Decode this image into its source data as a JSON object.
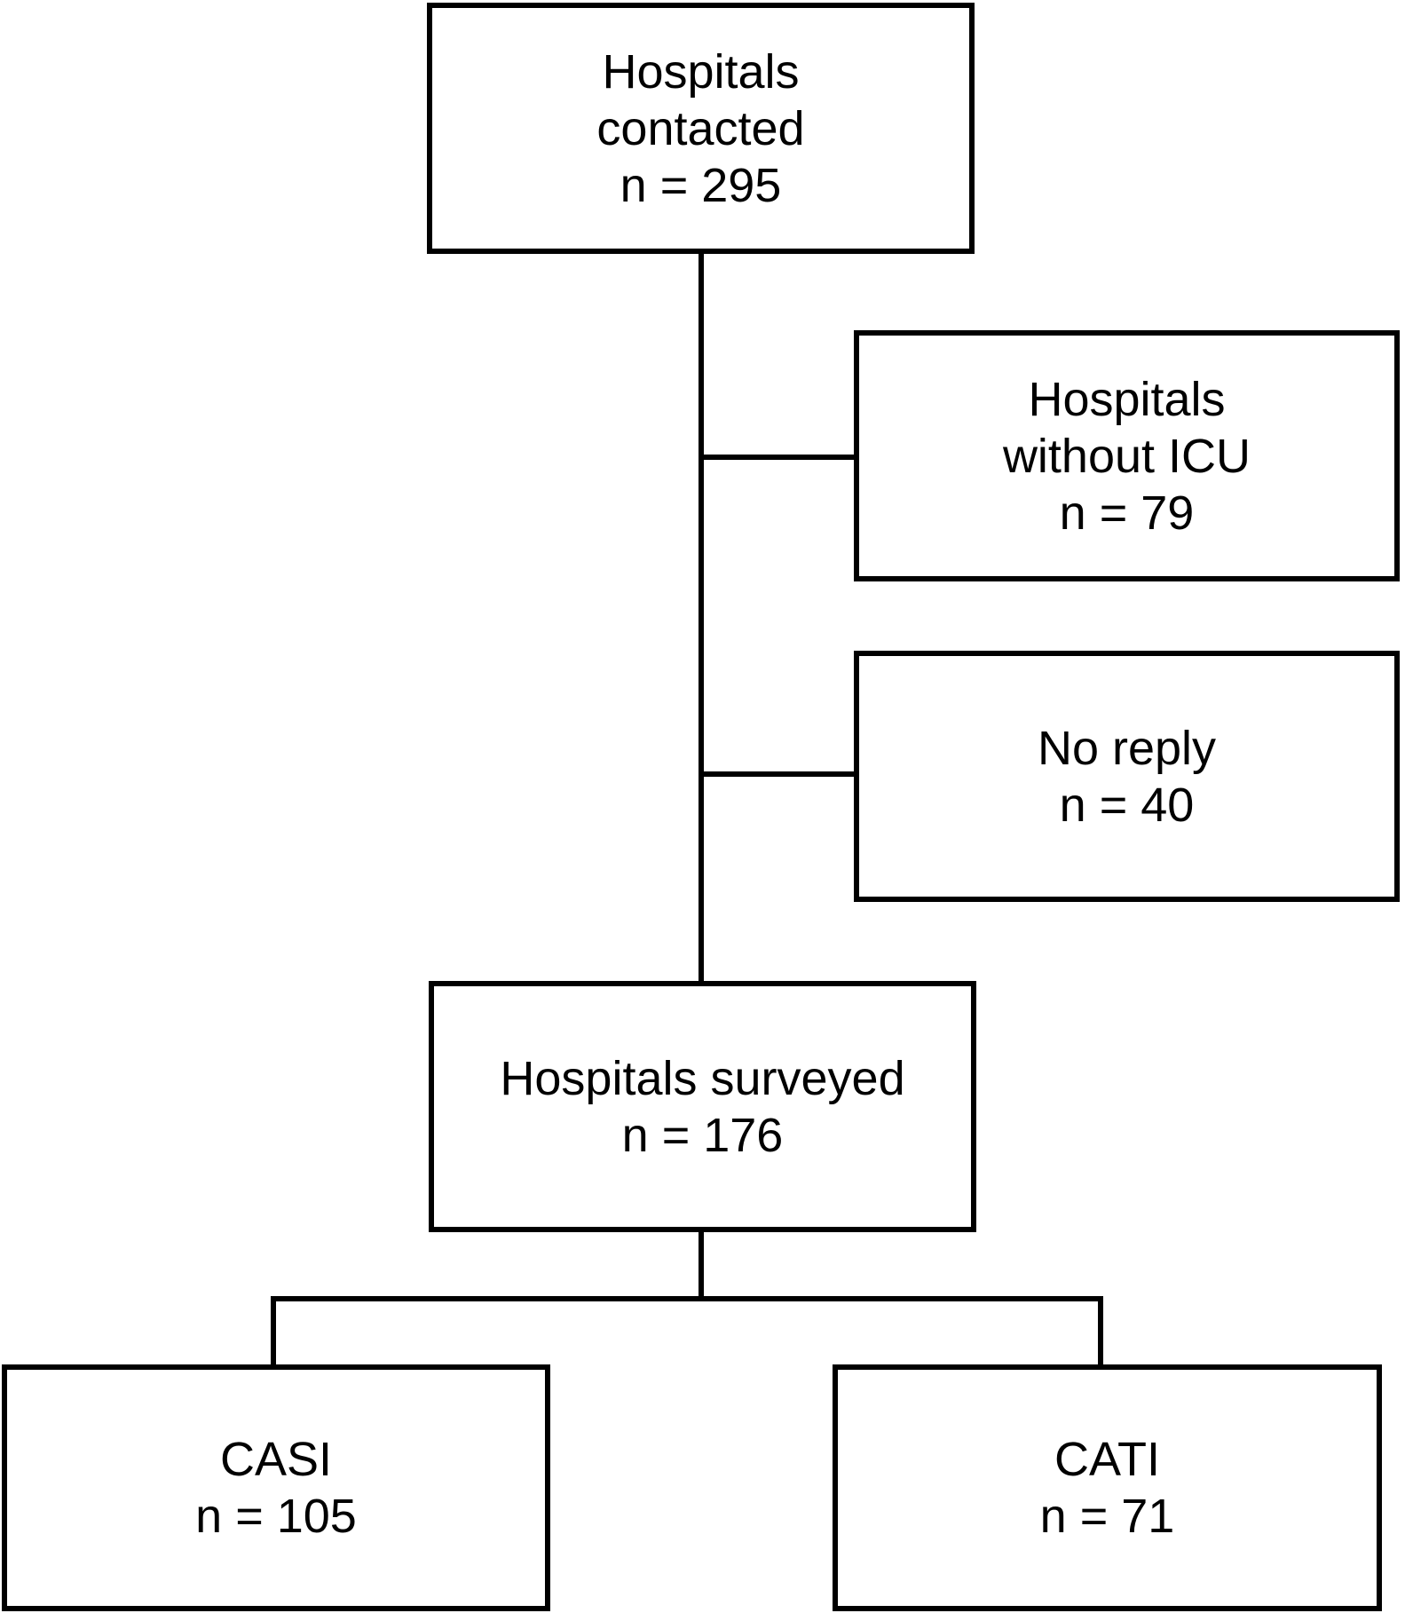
{
  "figure": {
    "type": "flowchart",
    "background_color": "#ffffff",
    "line_color": "#000000",
    "text_color": "#000000"
  },
  "boxes": {
    "contacted": {
      "lines": [
        "Hospitals",
        "contacted",
        "n = 295"
      ],
      "n": 295
    },
    "without_icu": {
      "lines": [
        "Hospitals",
        "without ICU",
        "n = 79"
      ],
      "n": 79
    },
    "no_reply": {
      "lines": [
        "No reply",
        "n = 40"
      ],
      "n": 40
    },
    "surveyed": {
      "lines": [
        "Hospitals surveyed",
        "n = 176"
      ],
      "n": 176
    },
    "casi": {
      "lines": [
        "CASI",
        "n = 105"
      ],
      "n": 105
    },
    "cati": {
      "lines": [
        "CATI",
        "n = 71"
      ],
      "n": 71
    }
  },
  "edges": [
    {
      "from": "contacted",
      "to": "without_icu"
    },
    {
      "from": "contacted",
      "to": "no_reply"
    },
    {
      "from": "contacted",
      "to": "surveyed"
    },
    {
      "from": "surveyed",
      "to": "casi"
    },
    {
      "from": "surveyed",
      "to": "cati"
    }
  ]
}
